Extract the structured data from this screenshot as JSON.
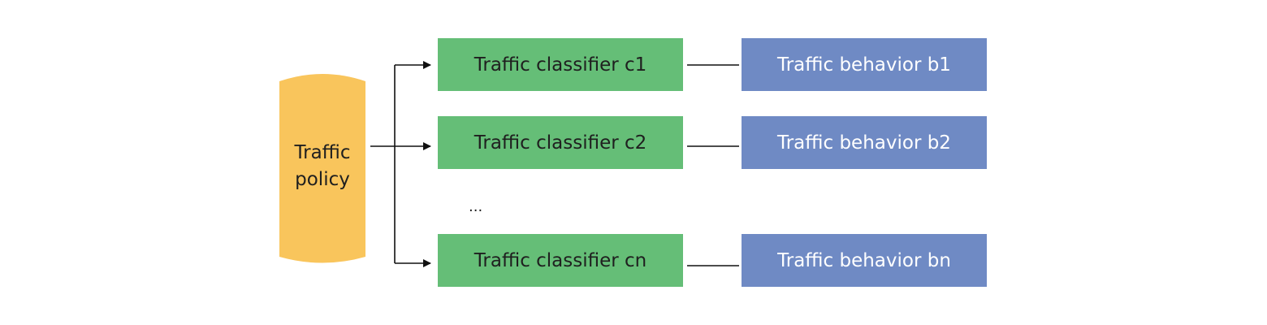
{
  "policy": {
    "line1": "Traffic",
    "line2": "policy",
    "color": "#f9c55c"
  },
  "classifiers": [
    {
      "label": "Traffic classifier c1"
    },
    {
      "label": "Traffic classifier c2"
    },
    {
      "label": "Traffic classifier cn"
    }
  ],
  "behaviors": [
    {
      "label": "Traffic behavior b1"
    },
    {
      "label": "Traffic behavior b2"
    },
    {
      "label": "Traffic behavior bn"
    }
  ],
  "ellipsis": "...",
  "colors": {
    "classifier": "#65be77",
    "behavior": "#6f8ac4",
    "line": "#111111"
  }
}
